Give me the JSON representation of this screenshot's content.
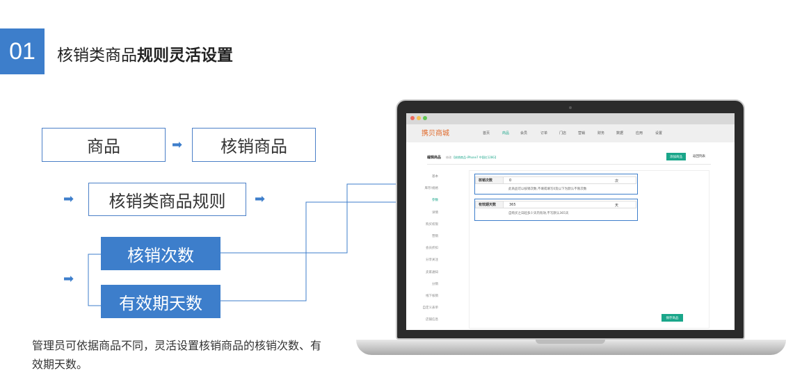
{
  "badge": "01",
  "title": {
    "normal": "核销类商品",
    "bold": "规则灵活设置"
  },
  "flow": {
    "goods": "商品",
    "verify_goods": "核销商品",
    "rule": "核销类商品规则",
    "count": "核销次数",
    "validity": "有效期天数"
  },
  "description": "管理员可依据商品不同，灵活设置核销商品的核销次数、有效期天数。",
  "app": {
    "logo": "携贝商城",
    "nav": [
      "首页",
      "商品",
      "会员",
      "订单",
      "门店",
      "营销",
      "财务",
      "数据",
      "应用",
      "设置"
    ],
    "active_nav": "商品",
    "page_title": "编辑商品",
    "breadcrumb_prefix": "修改",
    "breadcrumb_link": "【核销商品-iPhone7 中国红128G】",
    "add_button": "添加商品",
    "back_link": "返回列表",
    "sidebar": [
      "基本",
      "库存/规格",
      "参数",
      "详情",
      "购买权限",
      "营销",
      "会员折扣",
      "分享关注",
      "卖家通知",
      "分销",
      "线下核销",
      "自定义表单",
      "店铺信息"
    ],
    "active_sidebar": "参数",
    "count_field": {
      "label": "核销次数",
      "value": "0",
      "unit": "次",
      "hint": "此商品可以核销次数,不填或填写0及以下为默认不限次数"
    },
    "validity_field": {
      "label": "有效期天数",
      "value": "365",
      "unit": "天",
      "hint": "自购买之日起多少天内有效,不写默认365天"
    },
    "save_button": "保存商品"
  },
  "colors": {
    "accent": "#3d7ecb",
    "green": "#1aa68a",
    "logo": "#e0692a"
  }
}
